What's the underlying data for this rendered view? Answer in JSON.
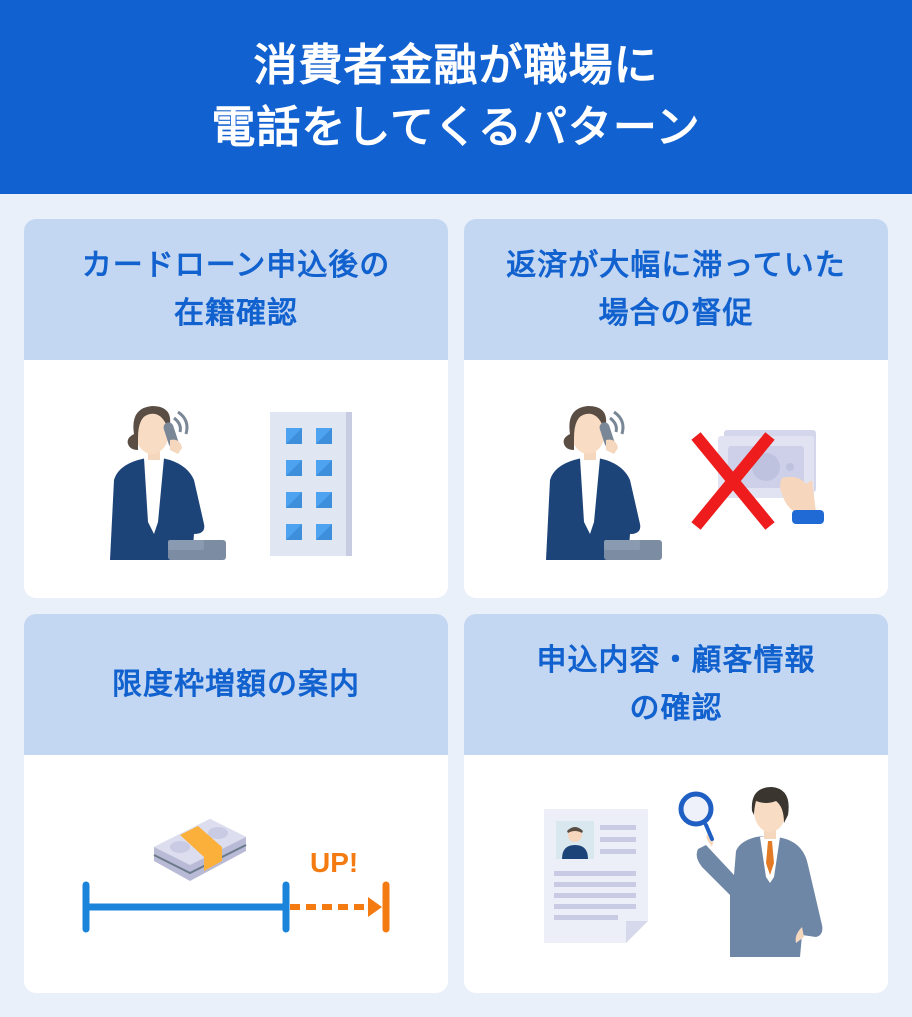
{
  "header": {
    "title_line1": "消費者金融が職場に",
    "title_line2": "電話をしてくるパターン",
    "background_color": "#1261d1"
  },
  "cards": [
    {
      "title_line1": "カードローン申込後の",
      "title_line2": "在籍確認",
      "illustration": [
        "woman-on-phone-icon",
        "office-building-icon"
      ]
    },
    {
      "title_line1": "返済が大幅に滞っていた",
      "title_line2": "場合の督促",
      "illustration": [
        "woman-on-phone-icon",
        "money-with-red-cross-icon"
      ]
    },
    {
      "title_line1": "限度枠増額の案内",
      "title_line2": "",
      "illustration": [
        "cash-bundle-icon",
        "limit-increase-bar-icon"
      ],
      "up_label": "UP!"
    },
    {
      "title_line1": "申込内容・顧客情報",
      "title_line2": "の確認",
      "illustration": [
        "profile-document-icon",
        "man-with-magnifier-icon"
      ]
    }
  ],
  "colors": {
    "page_bg": "#e9f0fa",
    "card_head_bg": "#c3d7f3",
    "card_title": "#1161cf",
    "accent_orange": "#f47b12",
    "accent_blue_line": "#1a84db",
    "cross_red": "#ee1c1c"
  }
}
